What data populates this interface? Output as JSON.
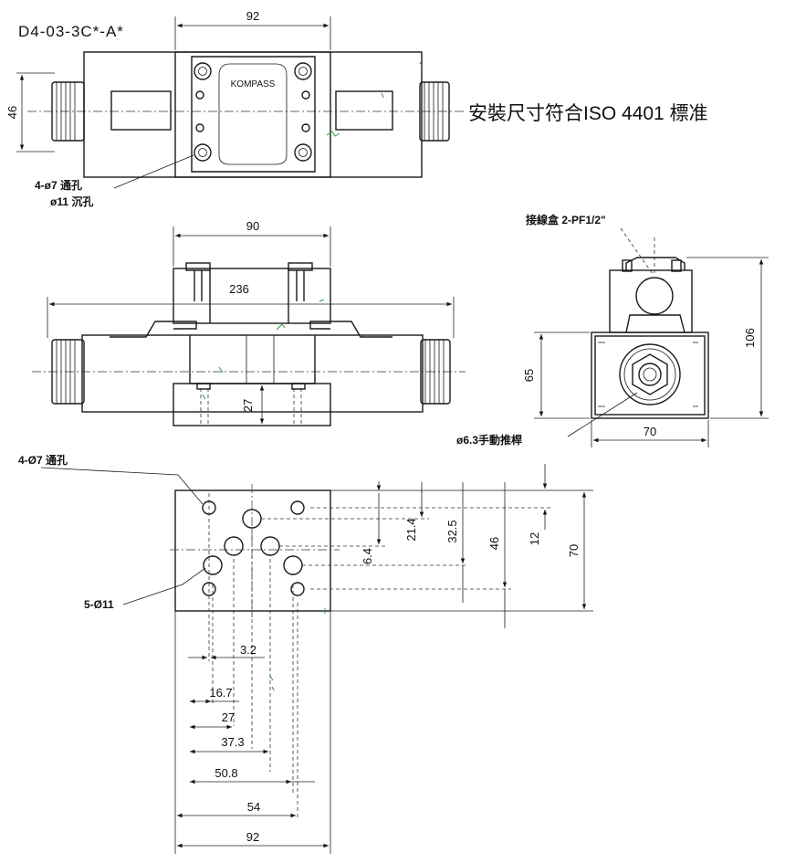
{
  "model_code": "D4-03-3C*-A*",
  "iso_note": "安裝尺寸符合ISO 4401 標准",
  "brand": "KOMPASS",
  "labels": {
    "through_holes_top": "4-ø7 通孔",
    "counterbore": "ø11 沉孔",
    "junction_box": "接線盒 2-PF1/2\"",
    "manual_pin": "ø6.3手動推桿",
    "through_holes_base": "4-Ø7 通孔",
    "ports": "5-Ø11"
  },
  "top_view": {
    "width": "92",
    "height": "46"
  },
  "front_view": {
    "width": "90",
    "overall": "236",
    "height": "27"
  },
  "side_view": {
    "height": "106",
    "body": "65",
    "width": "70"
  },
  "base_horizontal": [
    "3.2",
    "16.7",
    "27",
    "37.3",
    "50.8",
    "54",
    "92"
  ],
  "base_vertical": [
    "6.4",
    "21.4",
    "32.5",
    "46",
    "12",
    "70"
  ]
}
